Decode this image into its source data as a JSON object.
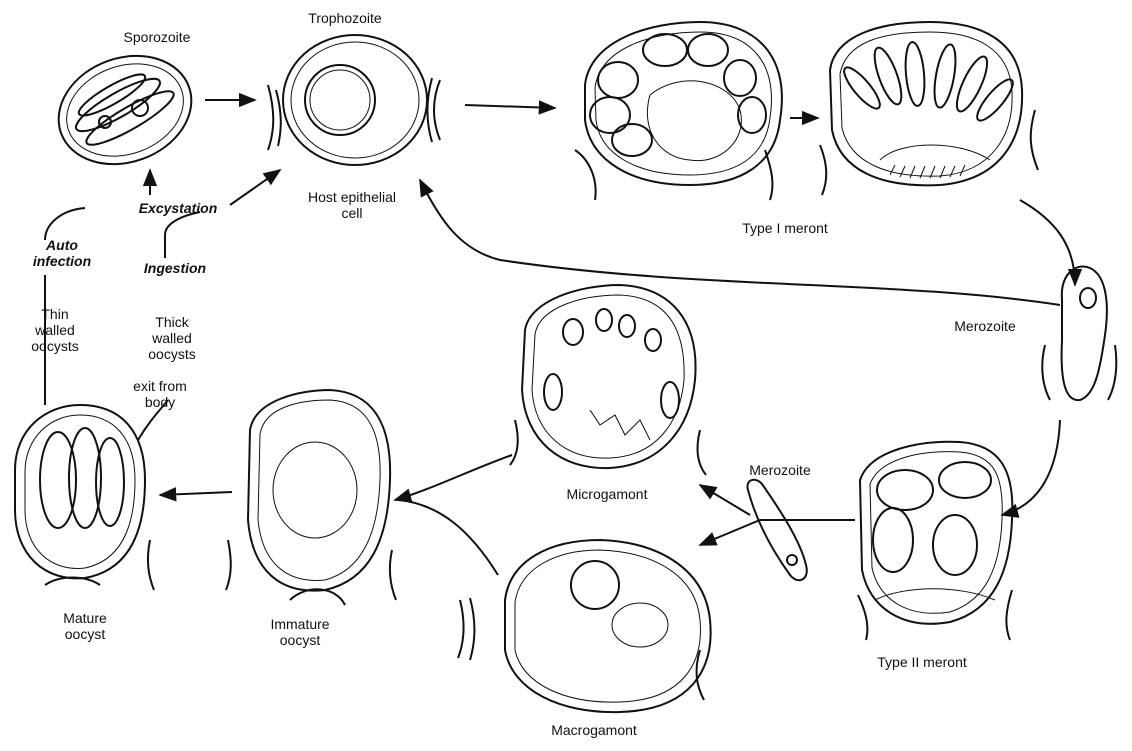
{
  "labels": {
    "sporozoite": "Sporozoite",
    "trophozoite": "Trophozoite",
    "host_epithelial_cell": "Host epithelial\ncell",
    "excystation": "Excystation",
    "auto_infection": "Auto\ninfection",
    "ingestion": "Ingestion",
    "thin_walled_oocysts": "Thin\nwalled\noocysts",
    "thick_walled_oocysts": "Thick\nwalled\noocysts",
    "exit_from_body": "exit from\nbody",
    "type_i_meront": "Type I meront",
    "merozoite_top": "Merozoite",
    "merozoite_mid": "Merozoite",
    "microgamont": "Microgamont",
    "macrogamont": "Macrogamont",
    "type_ii_meront": "Type II meront",
    "immature_oocyst": "Immature\noocyst",
    "mature_oocyst": "Mature\noocyst"
  }
}
